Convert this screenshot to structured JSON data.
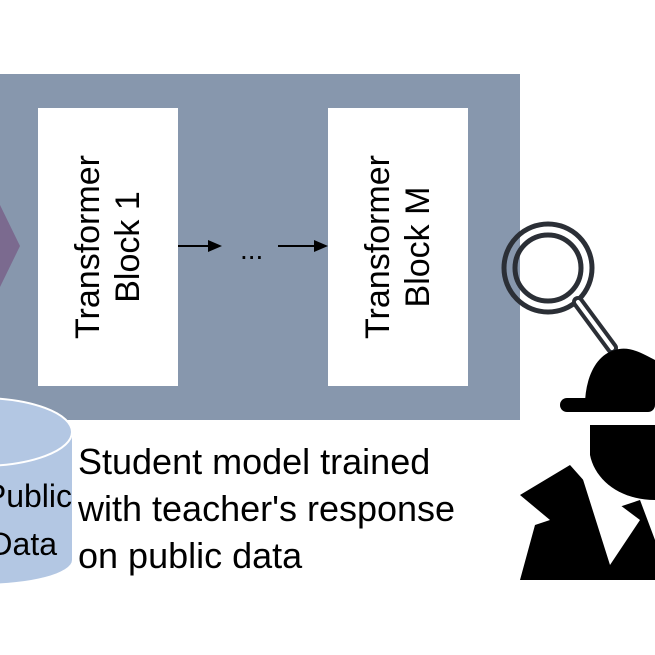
{
  "diagram": {
    "blocks": [
      {
        "line1": "Transformer",
        "line2": "Block 1"
      },
      {
        "line1": "Transformer",
        "line2": "Block M"
      }
    ],
    "ellipsis": "...",
    "database": {
      "line1": "Public",
      "line2": "Data"
    },
    "caption": [
      "Student model trained",
      "with teacher's response",
      "on public data"
    ],
    "colors": {
      "panel": "#8797ad",
      "database": "#b3c7e3",
      "input_arrow": "#7b6a8f"
    }
  }
}
